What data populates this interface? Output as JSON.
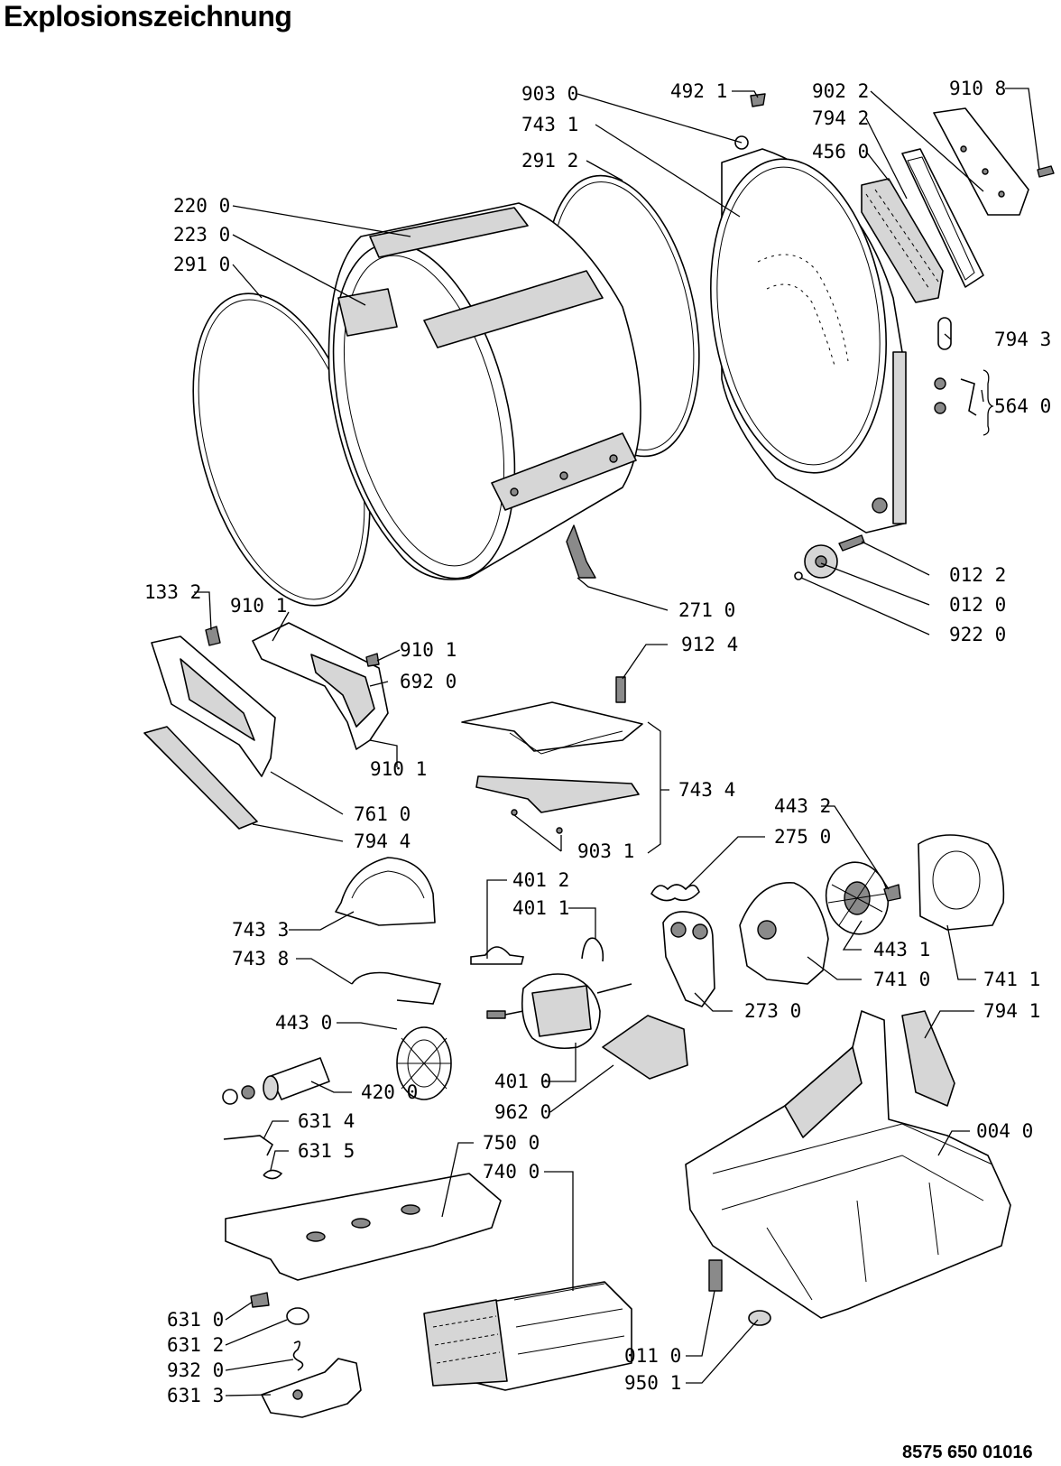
{
  "title": "Explosionszeichnung",
  "document_number": "8575 650 01016",
  "labels": {
    "l9030": "903 0",
    "l4921": "492 1",
    "l9022": "902 2",
    "l9108": "910 8",
    "l7431": "743 1",
    "l7942": "794 2",
    "l2912": "291 2",
    "l4560": "456 0",
    "l2200": "220 0",
    "l2230": "223 0",
    "l2910": "291 0",
    "l7943": "794 3",
    "l5640": "564 0",
    "l0122": "012 2",
    "l0120": "012 0",
    "l9220": "922 0",
    "l2710": "271 0",
    "l1332": "133 2",
    "l9101a": "910 1",
    "l9101b": "910 1",
    "l6920": "692 0",
    "l9101c": "910 1",
    "l9124": "912 4",
    "l7434": "743 4",
    "l7610": "761 0",
    "l7944": "794 4",
    "l9031": "903 1",
    "l4432": "443 2",
    "l2750": "275 0",
    "l4012": "401 2",
    "l4011": "401 1",
    "l7433": "743 3",
    "l7438": "743 8",
    "l4431": "443 1",
    "l7410": "741 0",
    "l7411": "741 1",
    "l2730": "273 0",
    "l7941": "794 1",
    "l4430": "443 0",
    "l4010": "401 0",
    "l4200": "420 0",
    "l9620": "962 0",
    "l6314": "631 4",
    "l6315": "631 5",
    "l0040": "004 0",
    "l7500": "750 0",
    "l7400": "740 0",
    "l6310": "631 0",
    "l6312": "631 2",
    "l9320": "932 0",
    "l6313": "631 3",
    "l0110": "011 0",
    "l9501": "950 1"
  }
}
